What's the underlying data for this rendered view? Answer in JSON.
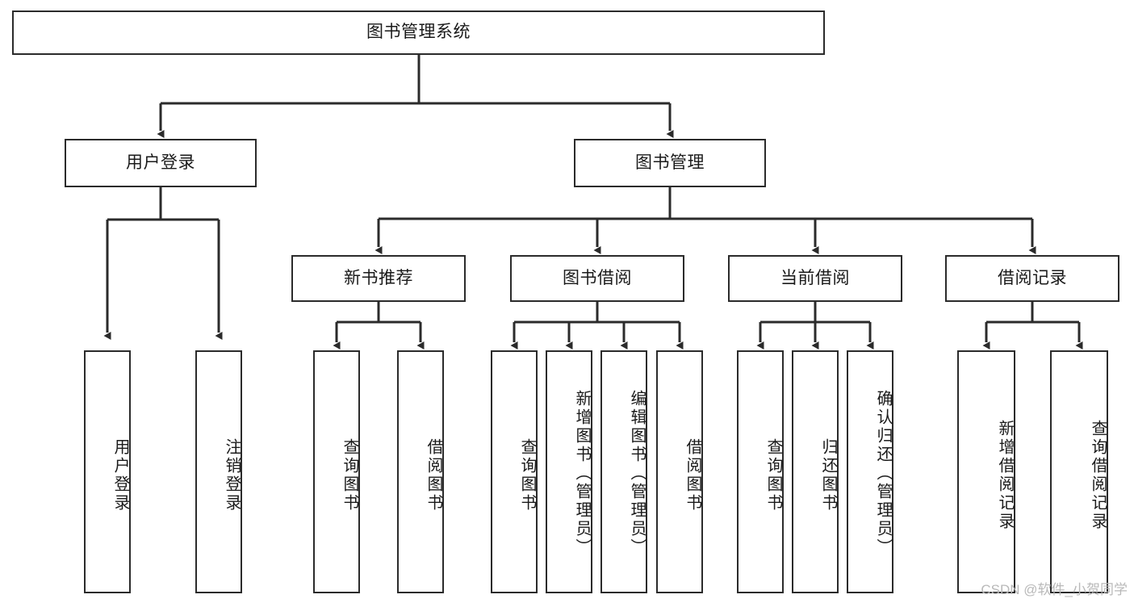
{
  "diagram": {
    "type": "hierarchy-tree",
    "title": "图书管理系统",
    "watermark": "CSDN @软件_小贺同学",
    "colors": {
      "box_border": "#2b2b2b",
      "box_fill": "#ffffff",
      "connector": "#2b2b2b",
      "text": "#1a1a1a",
      "watermark": "#b9b9b9"
    },
    "levels": {
      "root": {
        "label": "图书管理系统"
      },
      "level2": [
        {
          "label": "用户登录"
        },
        {
          "label": "图书管理"
        }
      ],
      "level3": [
        {
          "label": "新书推荐"
        },
        {
          "label": "图书借阅"
        },
        {
          "label": "当前借阅"
        },
        {
          "label": "借阅记录"
        }
      ],
      "leaves": {
        "user_login": [
          {
            "label": "用户登录"
          },
          {
            "label": "注销登录"
          }
        ],
        "new_book_recommend": [
          {
            "label": "查询图书"
          },
          {
            "label": "借阅图书"
          }
        ],
        "book_borrow": [
          {
            "label": "查询图书"
          },
          {
            "label": "新增图书（管理员）"
          },
          {
            "label": "编辑图书（管理员）"
          },
          {
            "label": "借阅图书"
          }
        ],
        "current_borrow": [
          {
            "label": "查询图书"
          },
          {
            "label": "归还图书"
          },
          {
            "label": "确认归还（管理员）"
          }
        ],
        "borrow_record": [
          {
            "label": "新增借阅记录"
          },
          {
            "label": "查询借阅记录"
          }
        ]
      }
    }
  }
}
